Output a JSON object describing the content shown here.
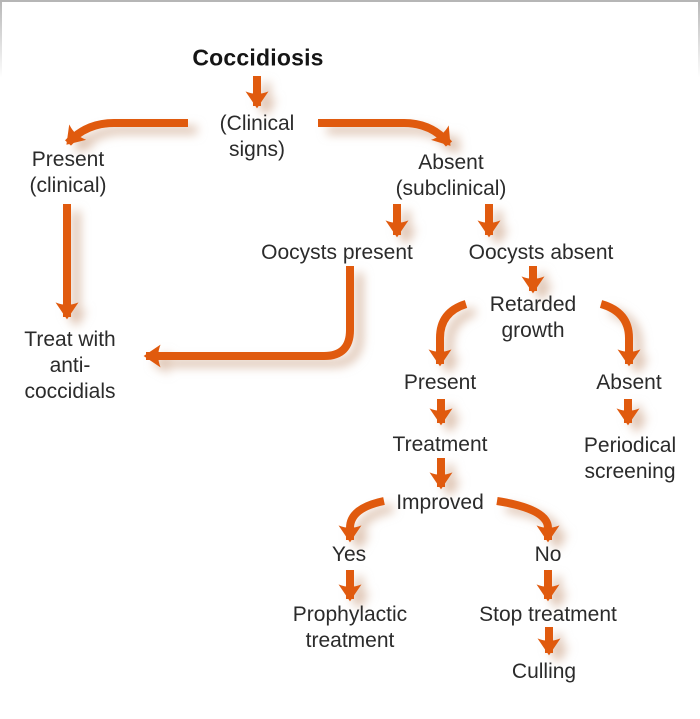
{
  "figure": {
    "title": "Coccidiosis",
    "nodes": {
      "clinical_signs": "(Clinical\nsigns)",
      "present_clinical": "Present\n(clinical)",
      "absent_subclinical": "Absent\n(subclinical)",
      "oocysts_present": "Oocysts present",
      "oocysts_absent": "Oocysts absent",
      "retarded_growth": "Retarded\ngrowth",
      "growth_present": "Present",
      "growth_absent": "Absent",
      "treatment": "Treatment",
      "periodical_screening": "Periodical\nscreening",
      "improved": "Improved",
      "improved_yes": "Yes",
      "improved_no": "No",
      "prophylactic_treatment": "Prophylactic\ntreatment",
      "stop_treatment": "Stop treatment",
      "culling": "Culling",
      "treat_with_anticoccidials": "Treat with\nanti-\ncoccidials"
    },
    "colors": {
      "arrow": "#e05a0e",
      "arrow_shadow": "rgba(196,150,118,0.6)",
      "text": "#2b2b2b",
      "frame": "#b6b6b6",
      "background": "#ffffff"
    }
  }
}
